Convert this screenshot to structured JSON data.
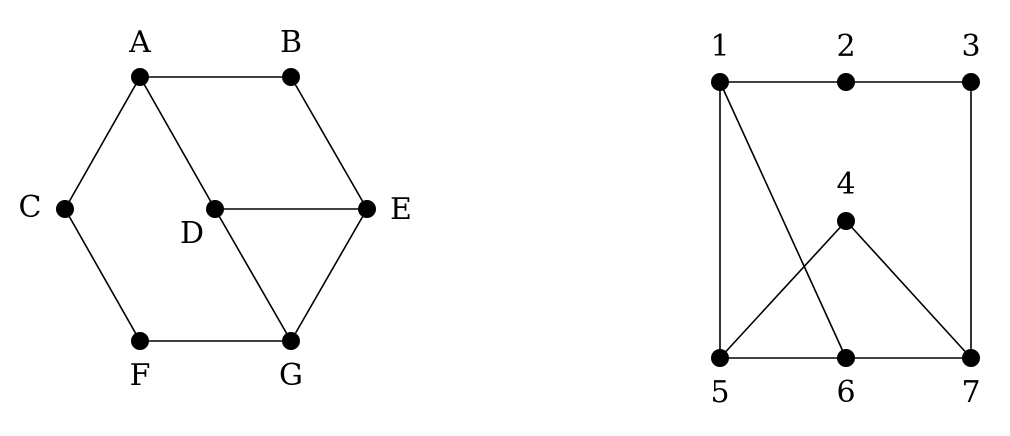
{
  "graphs": [
    {
      "id": "left",
      "nodes": [
        "A",
        "B",
        "C",
        "D",
        "E",
        "F",
        "G"
      ],
      "edges": [
        [
          "A",
          "B"
        ],
        [
          "A",
          "C"
        ],
        [
          "A",
          "D"
        ],
        [
          "B",
          "E"
        ],
        [
          "D",
          "E"
        ],
        [
          "D",
          "G"
        ],
        [
          "E",
          "G"
        ],
        [
          "C",
          "F"
        ],
        [
          "F",
          "G"
        ]
      ]
    },
    {
      "id": "right",
      "nodes": [
        "1",
        "2",
        "3",
        "4",
        "5",
        "6",
        "7"
      ],
      "edges": [
        [
          "1",
          "2"
        ],
        [
          "2",
          "3"
        ],
        [
          "3",
          "7"
        ],
        [
          "1",
          "5"
        ],
        [
          "1",
          "6"
        ],
        [
          "5",
          "6"
        ],
        [
          "6",
          "7"
        ],
        [
          "4",
          "5"
        ],
        [
          "4",
          "7"
        ]
      ]
    }
  ],
  "colors": {
    "node": "#000000",
    "edge": "#000000",
    "background": "#ffffff"
  }
}
